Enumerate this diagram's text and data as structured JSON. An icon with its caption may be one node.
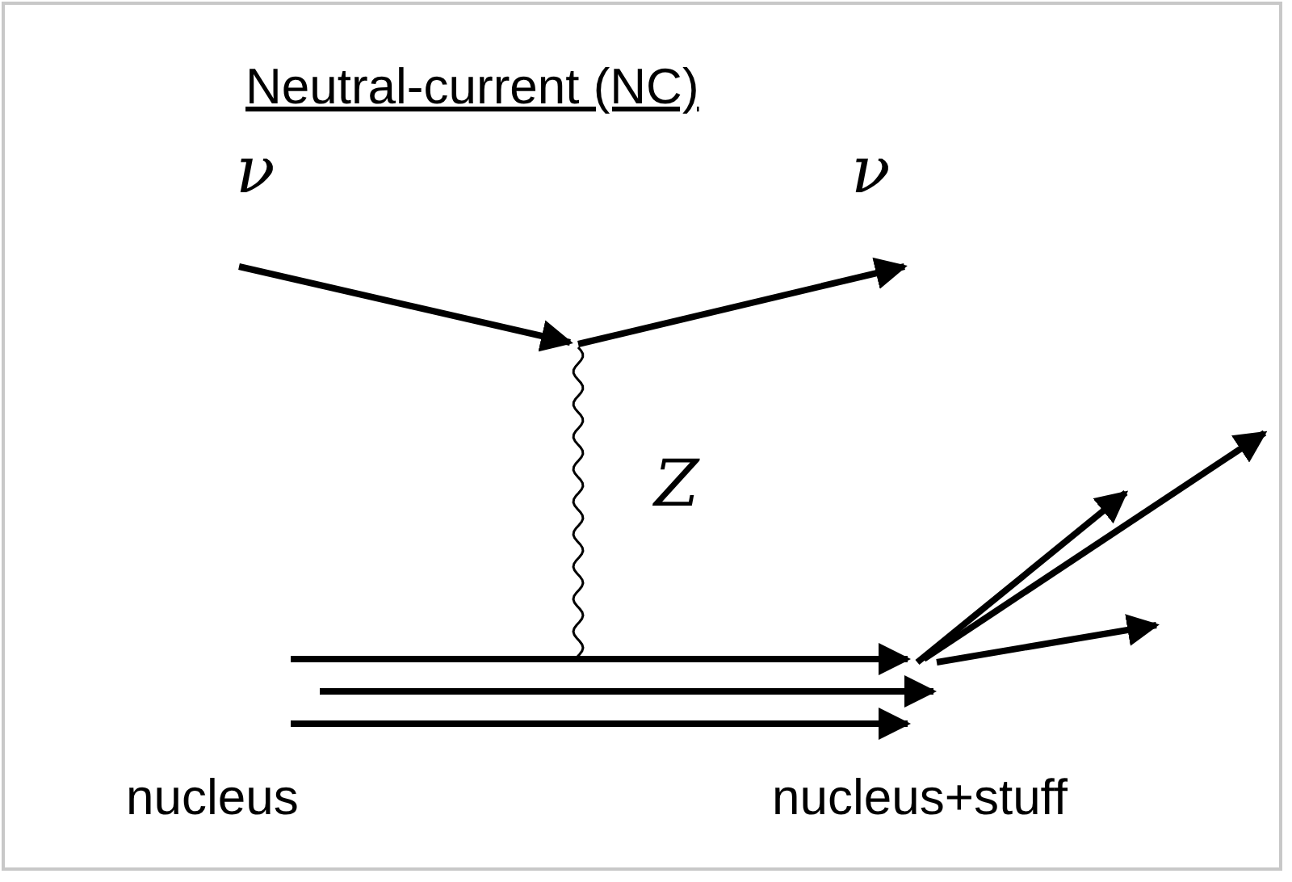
{
  "diagram": {
    "title": "Neutral-current (NC)",
    "labels": [
      "ν",
      "ν",
      "Z",
      "nucleus",
      "nucleus+stuff"
    ]
  }
}
